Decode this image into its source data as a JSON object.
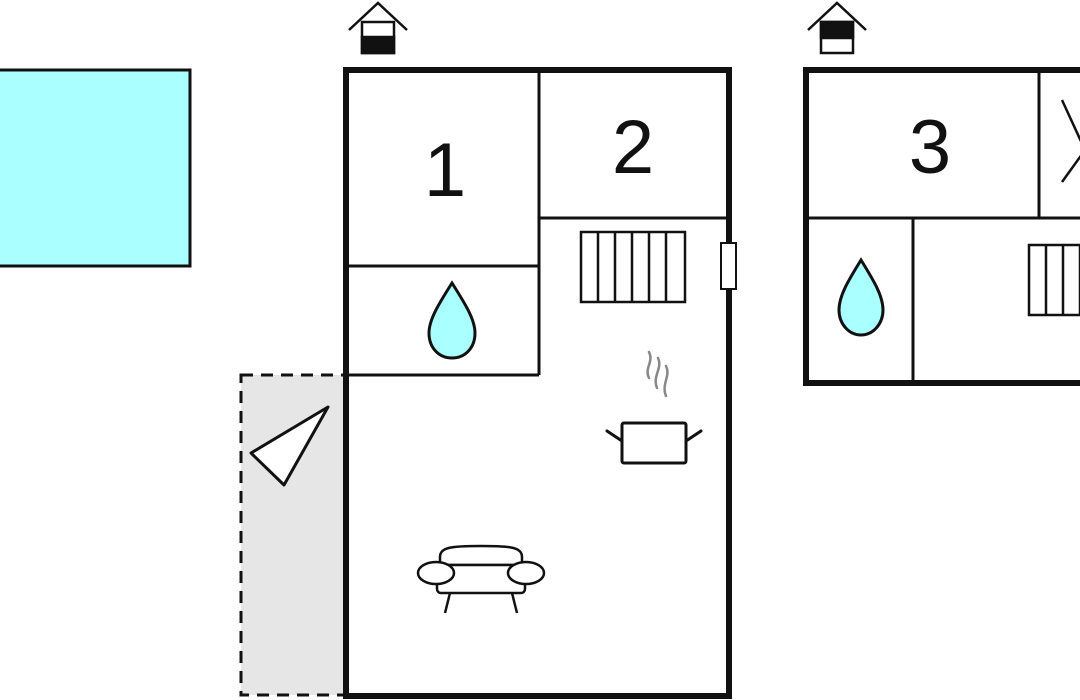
{
  "floor_plan": {
    "floors": [
      {
        "name": "ground-floor",
        "floor_indicator_icon": "house-level-icon",
        "rooms": [
          {
            "label": "1",
            "type": "bedroom"
          },
          {
            "label": "2",
            "type": "bedroom"
          },
          {
            "label": "",
            "type": "bathroom",
            "icon": "water-drop-icon"
          },
          {
            "label": "",
            "type": "living-kitchen",
            "icons": [
              "radiator-icon",
              "cooking-pot-icon",
              "sofa-icon"
            ]
          }
        ],
        "exterior": {
          "terrace": "dashed-outline",
          "orientation_icon": "direction-arrow-icon"
        }
      },
      {
        "name": "upper-floor",
        "floor_indicator_icon": "house-level-icon",
        "rooms": [
          {
            "label": "3",
            "type": "bedroom"
          },
          {
            "label": "",
            "type": "bathroom",
            "icon": "water-drop-icon"
          },
          {
            "label": "",
            "type": "room",
            "icon": "radiator-icon"
          }
        ]
      }
    ],
    "pool_icon": "pool-rectangle",
    "colors": {
      "water": "#aaffff",
      "terrace": "#e6e6e6",
      "lines": "#111111",
      "background": "#ffffff"
    }
  }
}
